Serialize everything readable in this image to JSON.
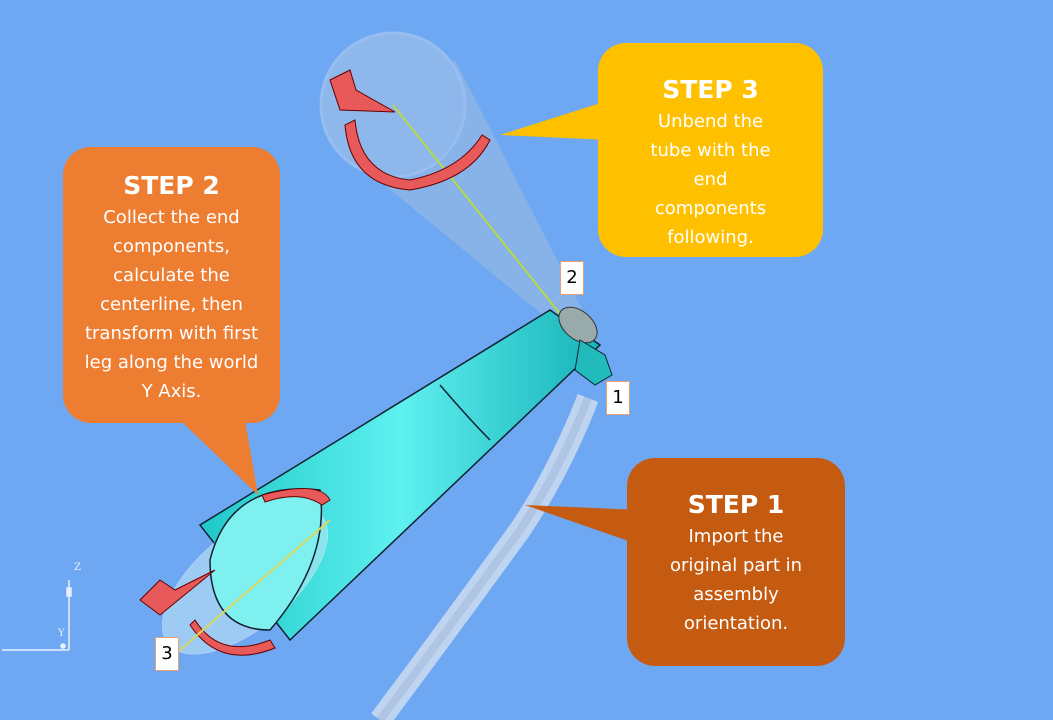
{
  "colors": {
    "background": "#6fa8f2",
    "step1": "#c55a11",
    "step2": "#ed7d31",
    "step3": "#ffc000",
    "tube": "#2fd6d6",
    "section": "#e85a5a"
  },
  "steps": [
    {
      "title": "STEP 1",
      "text": "Import the original part in assembly orientation."
    },
    {
      "title": "STEP 2",
      "text": "Collect the end components, calculate the centerline, then transform with first leg along the world Y Axis."
    },
    {
      "title": "STEP 3",
      "text": "Unbend the tube with the end components following."
    }
  ],
  "markers": [
    "1",
    "2",
    "3"
  ],
  "axes": {
    "z": "Z",
    "y": "Y"
  }
}
